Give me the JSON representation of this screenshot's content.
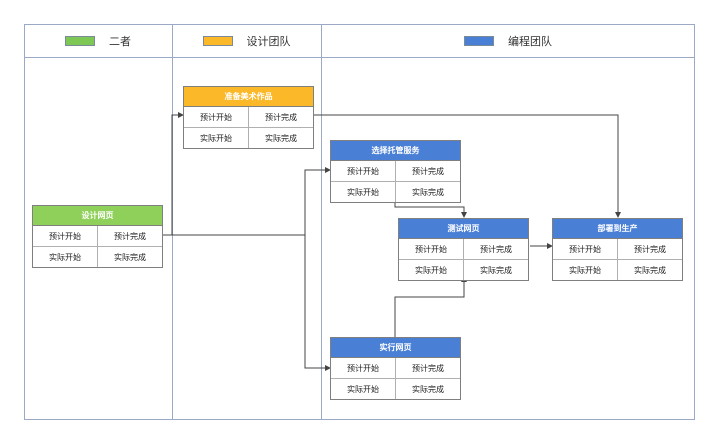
{
  "lanes": [
    {
      "label": "二者",
      "color": "#7dc855"
    },
    {
      "label": "设计团队",
      "color": "#fbb829"
    },
    {
      "label": "编程团队",
      "color": "#4a7fd6"
    }
  ],
  "tasks": {
    "design_web": {
      "title": "设计网页",
      "color": "#8fd05a",
      "plan_start": "预计开始",
      "plan_end": "预计完成",
      "act_start": "实际开始",
      "act_end": "实际完成"
    },
    "prep_art": {
      "title": "准备美术作品",
      "color": "#fbb829",
      "plan_start": "预计开始",
      "plan_end": "预计完成",
      "act_start": "实际开始",
      "act_end": "实际完成"
    },
    "hosting": {
      "title": "选择托管服务",
      "color": "#4a7fd6",
      "plan_start": "预计开始",
      "plan_end": "预计完成",
      "act_start": "实际开始",
      "act_end": "实际完成"
    },
    "test_web": {
      "title": "测试网页",
      "color": "#4a7fd6",
      "plan_start": "预计开始",
      "plan_end": "预计完成",
      "act_start": "实际开始",
      "act_end": "实际完成"
    },
    "deploy": {
      "title": "部署到生产",
      "color": "#4a7fd6",
      "plan_start": "预计开始",
      "plan_end": "预计完成",
      "act_start": "实际开始",
      "act_end": "实际完成"
    },
    "implement": {
      "title": "实行网页",
      "color": "#4a7fd6",
      "plan_start": "预计开始",
      "plan_end": "预计完成",
      "act_start": "实际开始",
      "act_end": "实际完成"
    }
  }
}
